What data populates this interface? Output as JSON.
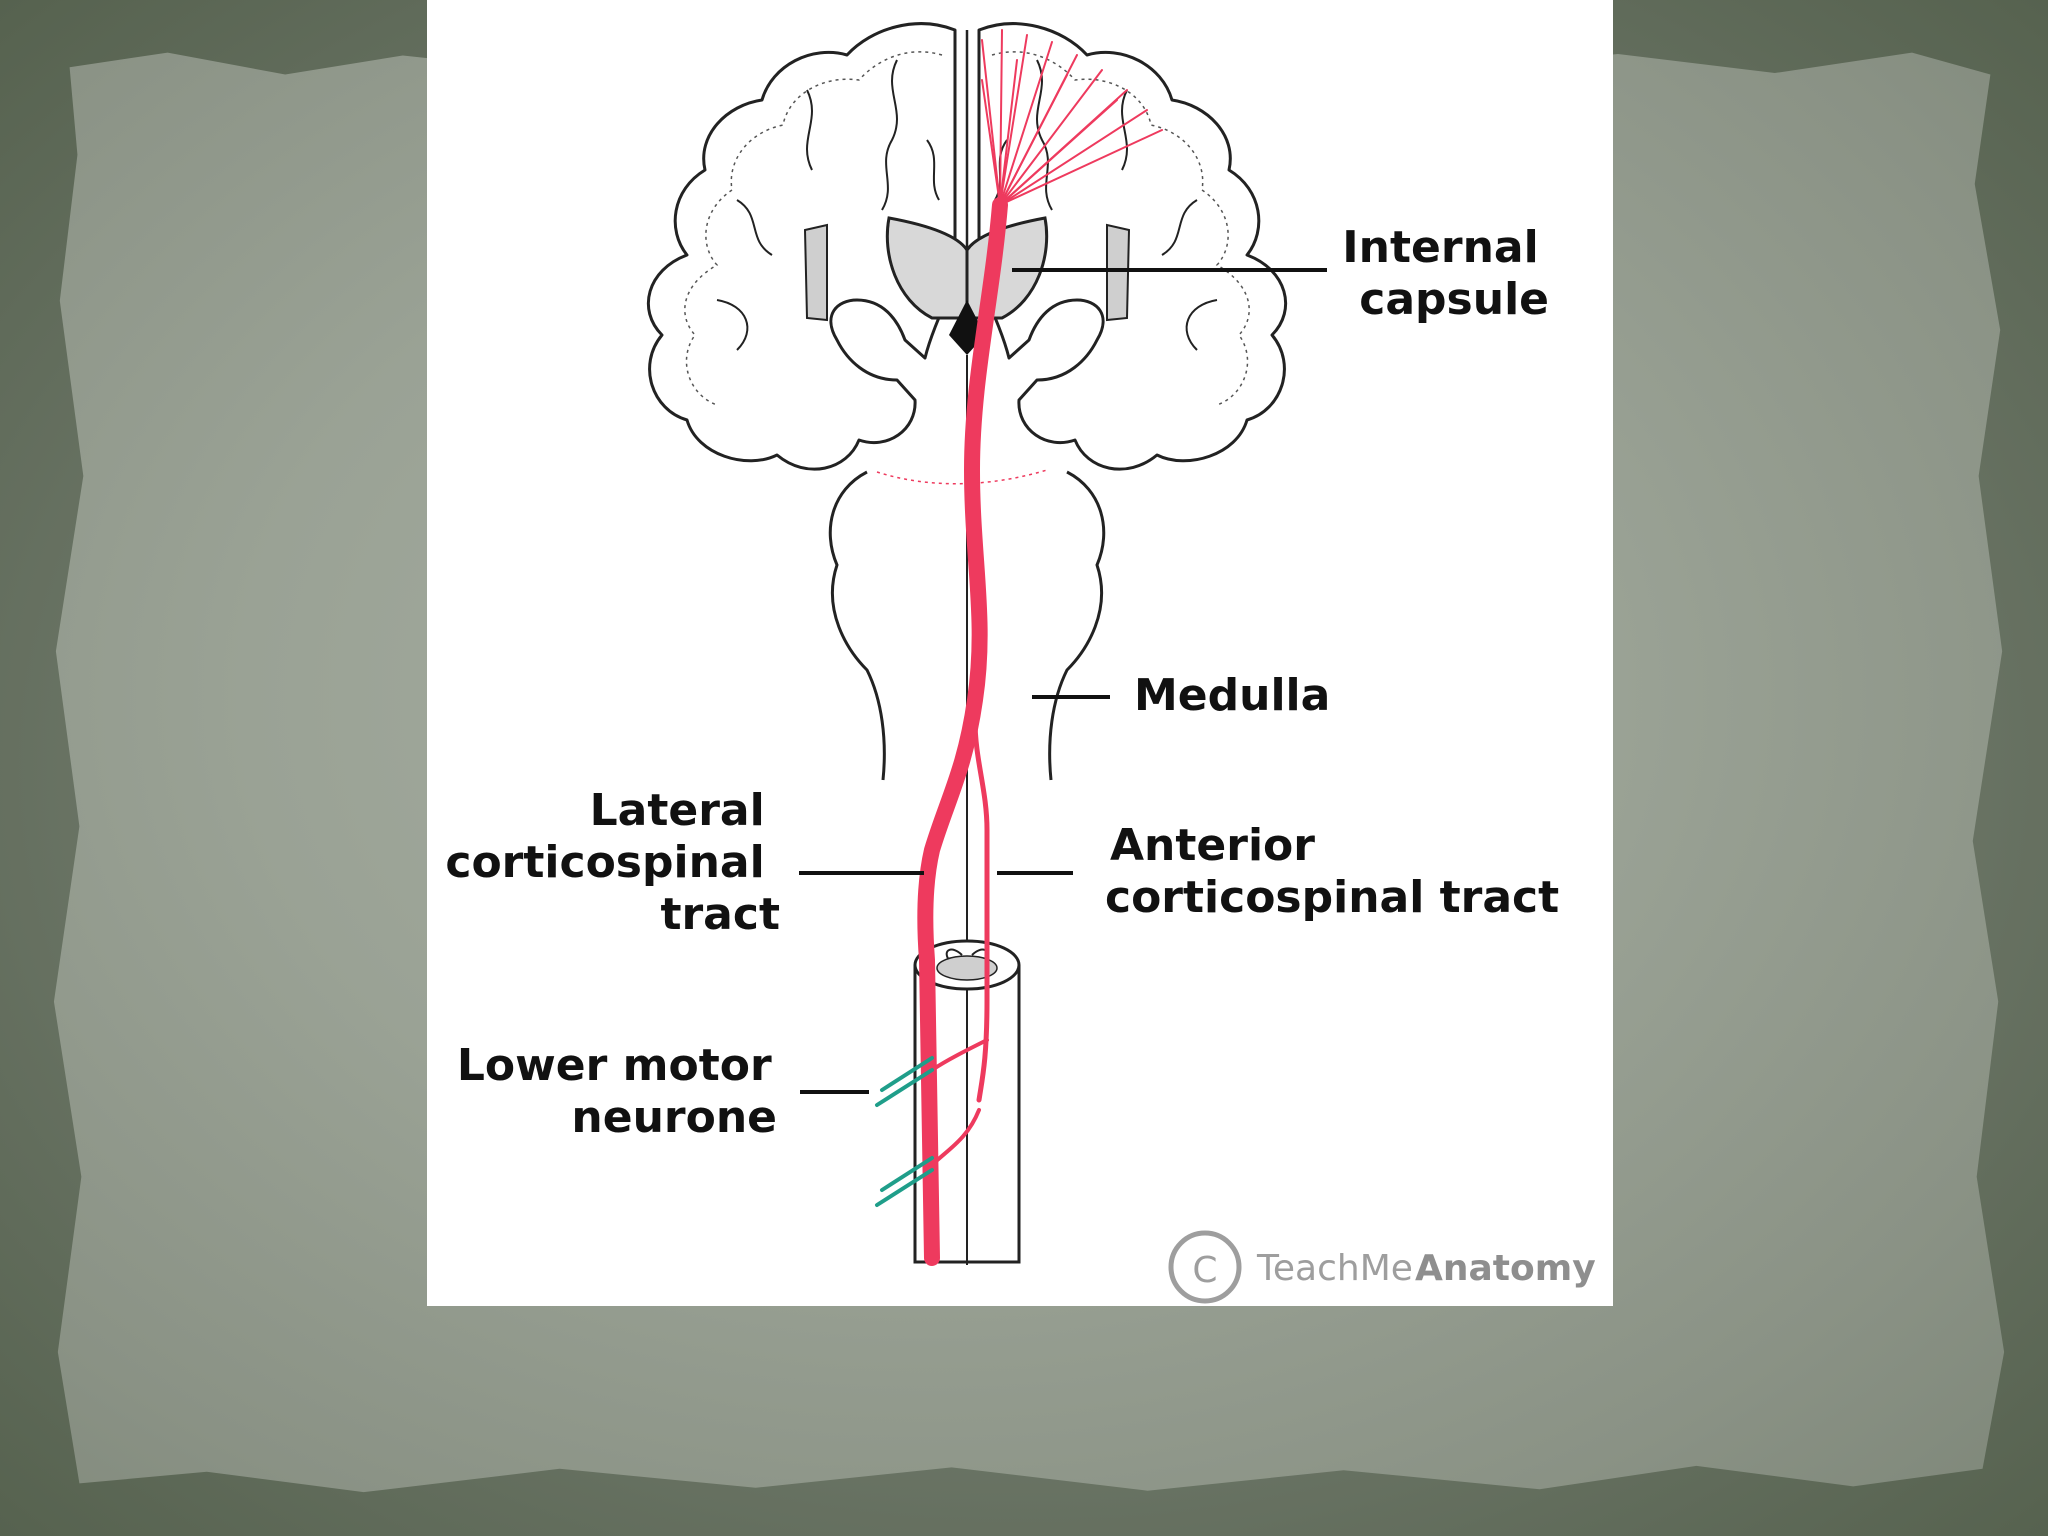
{
  "labels": {
    "internal_capsule": [
      "Internal",
      "capsule"
    ],
    "medulla": "Medulla",
    "lateral_corticospinal_tract": [
      "Lateral",
      "corticospinal",
      "tract"
    ],
    "anterior_corticospinal_tract": [
      "Anterior",
      "corticospinal tract"
    ],
    "lower_motor_neurone": [
      "Lower motor",
      "neurone"
    ]
  },
  "watermark": {
    "symbol": "C",
    "brand_light": "TeachMe",
    "brand_bold": "Anatomy"
  },
  "colors": {
    "tract": "#ee3a5e",
    "neurone": "#1f9e8a",
    "outline": "#222222",
    "background_frame": "#6b7566",
    "paper": "#9aa295"
  }
}
